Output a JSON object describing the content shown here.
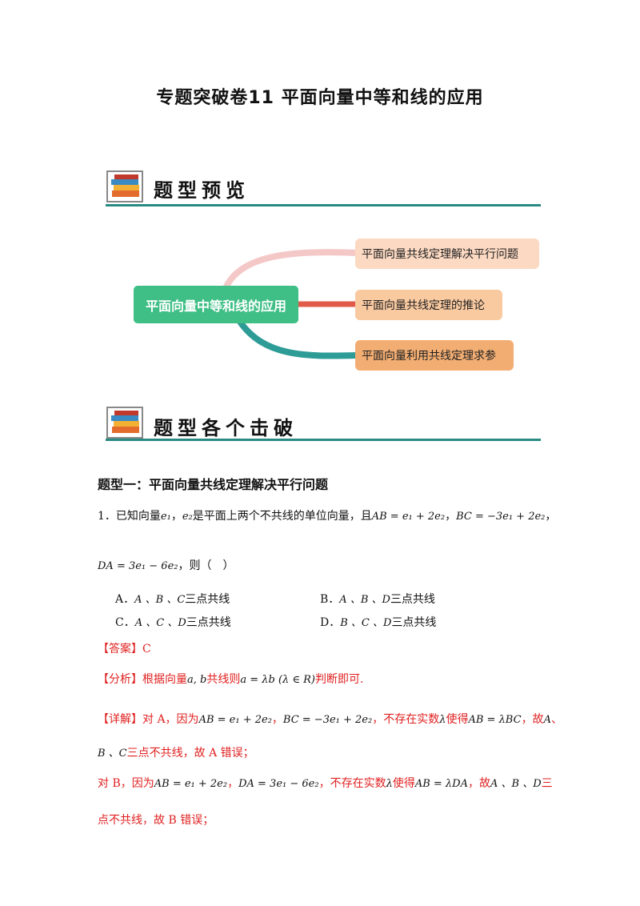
{
  "title": "专题突破卷11  平面向量中等和线的应用",
  "section1": {
    "heading": "题型预览"
  },
  "mindmap": {
    "center": "平面向量中等和线的应用",
    "branches": [
      {
        "label": "平面向量共线定理解决平行问题",
        "color": "#fcd9c2"
      },
      {
        "label": "平面向量共线定理的推论",
        "color": "#f9c9a0"
      },
      {
        "label": "平面向量利用共线定理求参",
        "color": "#f2ad72"
      }
    ],
    "colors": {
      "center": "#3fbf86",
      "line_top": "#f5c8c8",
      "line_mid": "#e05a4a",
      "line_bottom": "#2e9c96"
    }
  },
  "section2": {
    "heading": "题型各个击破"
  },
  "question_type_1": "题型一：平面向量共线定理解决平行问题",
  "q1": {
    "prefix": "1．已知向量",
    "e1": "e₁",
    "comma1": "，",
    "e2": "e₂",
    "mid": "是平面上两个不共线的单位向量，且",
    "eq1": "AB = e₁ + 2e₂",
    "comma2": "，",
    "eq2": "BC = −3e₁ + 2e₂",
    "comma3": "，",
    "eq3": "DA = 3e₁ − 6e₂",
    "tail": "，则（　）",
    "options": {
      "A": {
        "letter": "A．",
        "pts": "A 、B 、C",
        "text": "三点共线"
      },
      "B": {
        "letter": "B．",
        "pts": "A 、B 、D",
        "text": "三点共线"
      },
      "C": {
        "letter": "C．",
        "pts": "A 、C 、D",
        "text": "三点共线"
      },
      "D": {
        "letter": "D．",
        "pts": "B 、C 、D",
        "text": "三点共线"
      }
    }
  },
  "answer": {
    "label": "【答案】",
    "value": "C"
  },
  "analysis": {
    "label": "【分析】",
    "t1": "根据向量",
    "ab": "a, b",
    "t2": "共线则",
    "eq": "a = λb (λ ∈ R)",
    "t3": "判断即可."
  },
  "detail": {
    "label": "【详解】",
    "l1a": "对 A，因为",
    "l1eq1": "AB = e₁ + 2e₂",
    "l1c": "，",
    "l1eq2": "BC = −3e₁ + 2e₂",
    "l1b": "，不存在实数",
    "lambda": "λ",
    "l1d": "使得",
    "l1eq3": "AB = λBC",
    "l1e": "，故",
    "l1A": "A",
    "l1sep": "、",
    "l2pts": "B 、C",
    "l2": "三点不共线，故 A 错误；",
    "l3a": "对 B，因为",
    "l3eq1": "AB = e₁ + 2e₂",
    "l3c": "，",
    "l3eq2": "DA = 3e₁ − 6e₂",
    "l3b": "，不存在实数",
    "l3d": "使得",
    "l3eq3": "AB = λDA",
    "l3e": "，故",
    "l3pts": "A 、B 、D",
    "l3f": "三",
    "l4": "点不共线，故 B 错误；"
  }
}
